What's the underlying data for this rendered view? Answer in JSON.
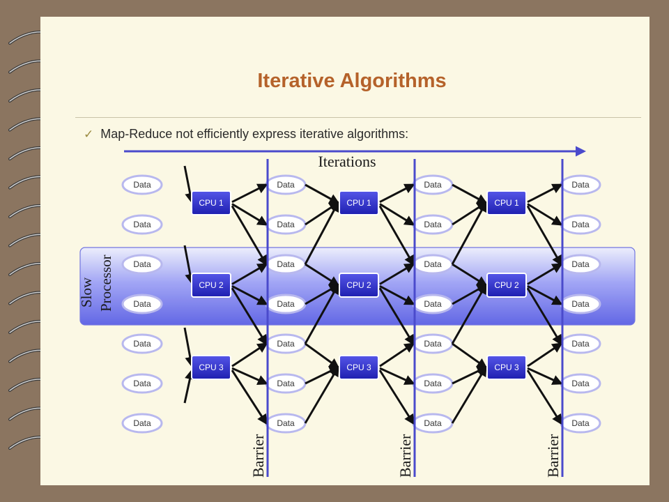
{
  "slide": {
    "title": "Iterative Algorithms",
    "bullet": "Map-Reduce not efficiently express iterative algorithms:"
  },
  "diagram": {
    "iterations_label": "Iterations",
    "slow_processor_label": [
      "Slow",
      "Processor"
    ],
    "barrier_label": "Barrier",
    "data_label": "Data",
    "cpu_labels": [
      "CPU 1",
      "CPU 2",
      "CPU 3"
    ],
    "data_columns": 4,
    "data_rows": 7,
    "cpu_stages": 3,
    "barriers": 3
  },
  "colors": {
    "title": "#b5622a",
    "cpu_fill": "#2a2bc8",
    "barrier": "#4a4acc",
    "ellipse_stroke": "#b8b8ee",
    "slow_band": "#7a7ef0"
  }
}
